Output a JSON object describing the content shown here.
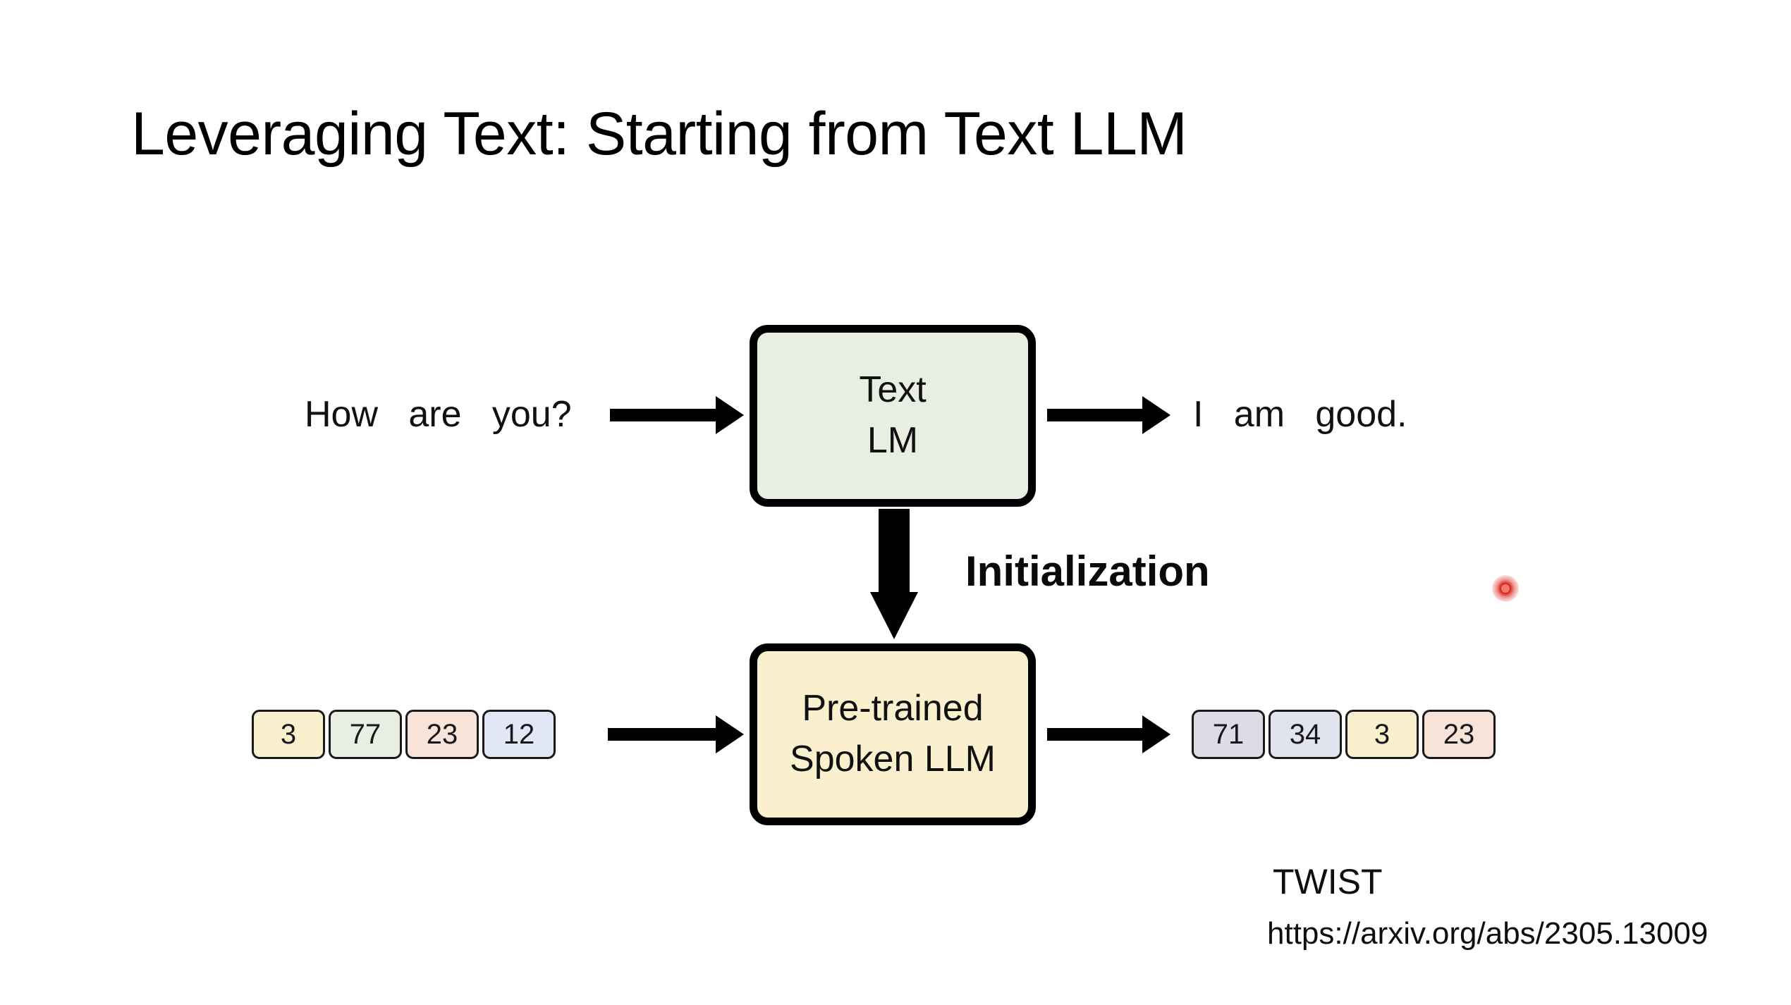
{
  "slide": {
    "title": "Leveraging Text: Starting from Text LLM",
    "background_color": "#ffffff"
  },
  "diagram": {
    "text_row": {
      "input_sentence": "How   are   you?",
      "output_sentence": "I   am   good.",
      "input_arrow": "right-arrow",
      "output_arrow": "right-arrow",
      "box": {
        "line1": "Text",
        "line2": "LM",
        "fill_color": "#e8efe2",
        "border_color": "#000000"
      }
    },
    "initialization": {
      "label": "Initialization",
      "arrow": "down-block-arrow"
    },
    "speech_row": {
      "input_arrow": "right-arrow",
      "output_arrow": "right-arrow",
      "box": {
        "line1": "Pre-trained",
        "line2": "Spoken LLM",
        "fill_color": "#faf0cd",
        "border_color": "#000000"
      },
      "input_tokens": [
        {
          "value": "3",
          "color": "#faf0cd"
        },
        {
          "value": "77",
          "color": "#e8efe2"
        },
        {
          "value": "23",
          "color": "#f7e3d8"
        },
        {
          "value": "12",
          "color": "#e2e7f5"
        }
      ],
      "output_tokens": [
        {
          "value": "71",
          "color": "#dbdce5"
        },
        {
          "value": "34",
          "color": "#e1e3ef"
        },
        {
          "value": "3",
          "color": "#faf0cd"
        },
        {
          "value": "23",
          "color": "#f7e3d8"
        }
      ]
    }
  },
  "citation": {
    "name": "TWIST",
    "url": "https://arxiv.org/abs/2305.13009"
  },
  "pointer": {
    "type": "laser-dot",
    "color": "#d8281e"
  }
}
